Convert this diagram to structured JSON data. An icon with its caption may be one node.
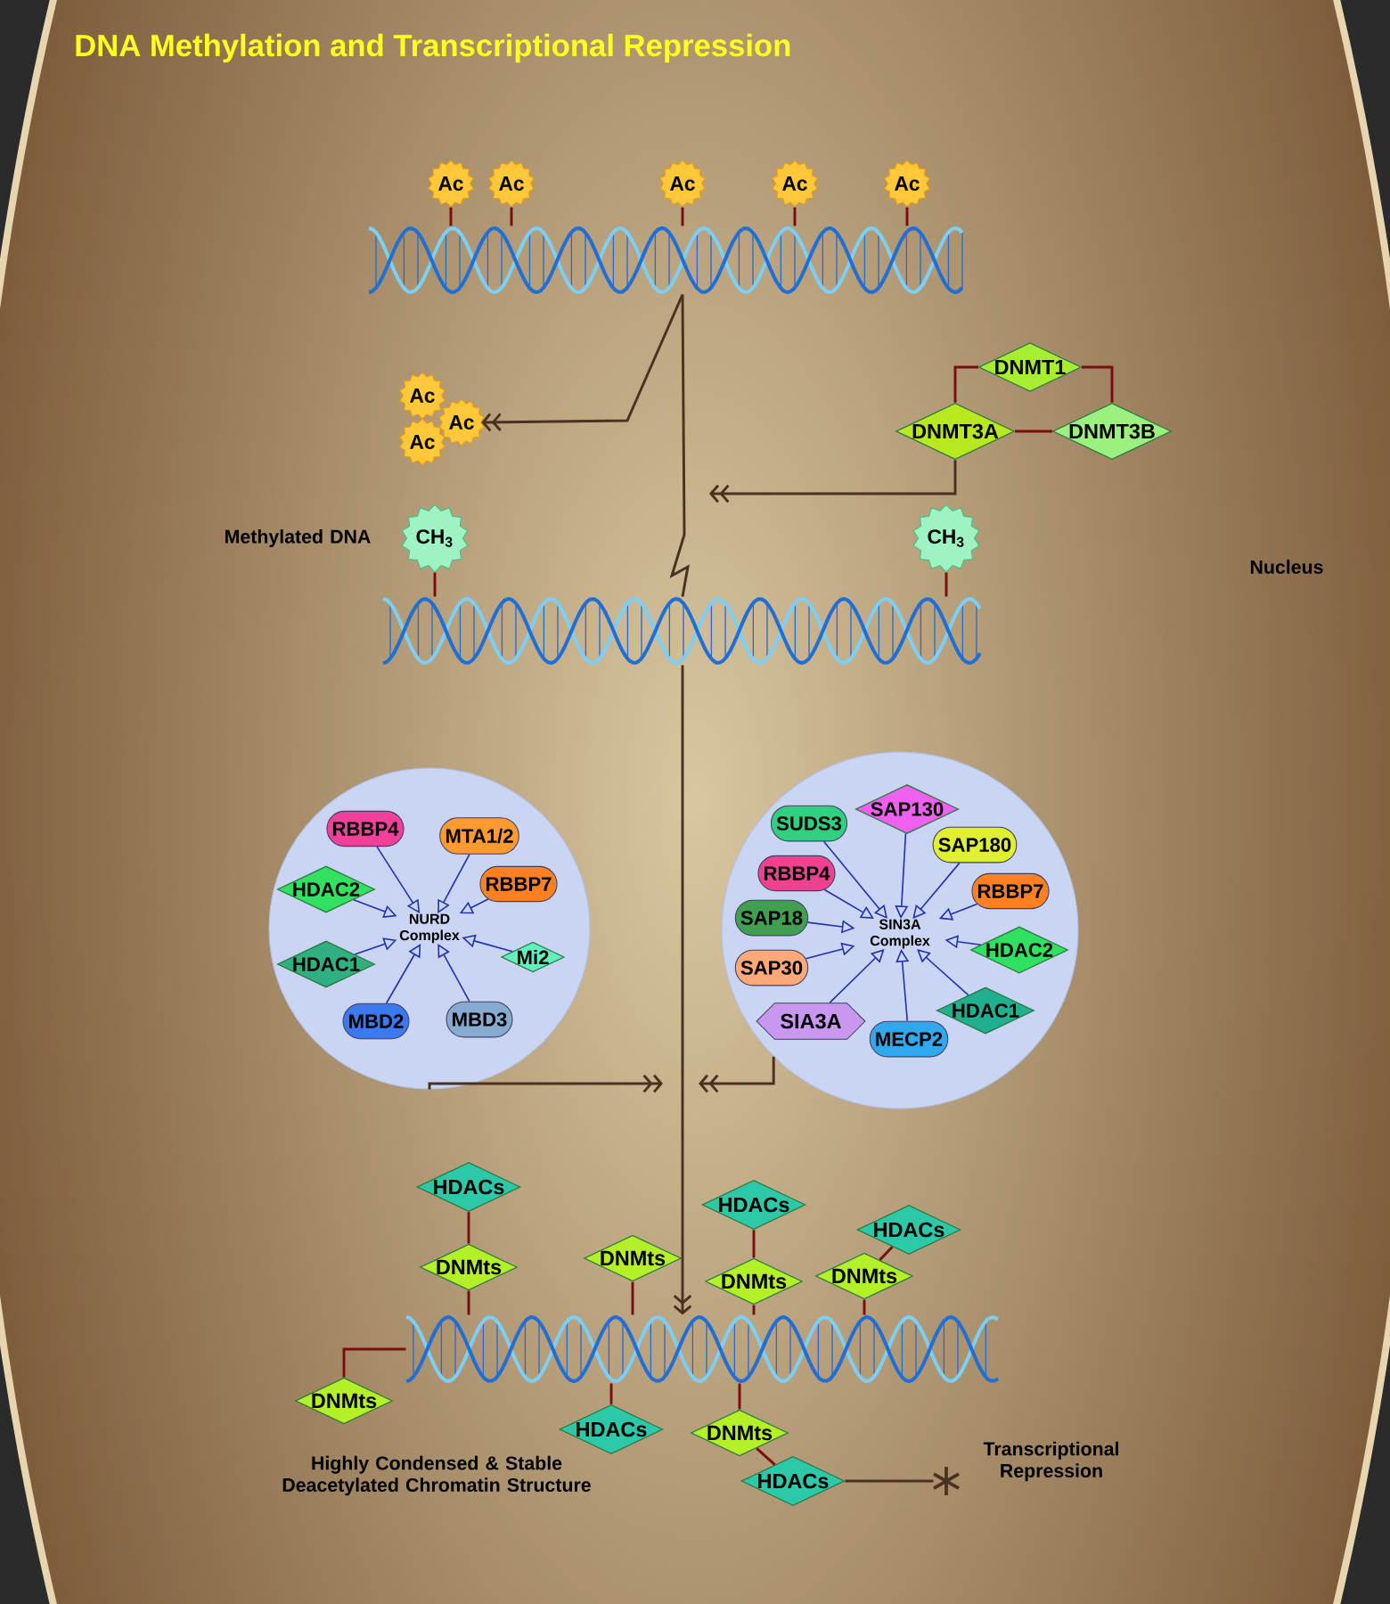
{
  "diagram": {
    "title": "DNA Methylation and Transcriptional Repression",
    "nodes": [
      {
        "text": [],
        "shape": "picture"
      },
      {
        "text": [
          "Ac"
        ]
      },
      {
        "text": [
          "Ac"
        ]
      },
      {
        "text": [
          "Ac"
        ]
      },
      {
        "text": [
          "Ac"
        ]
      },
      {
        "text": [
          "Ac"
        ]
      },
      {
        "text": [
          "Ac"
        ]
      },
      {
        "text": [
          "Ac"
        ]
      },
      {
        "text": [
          "Ac"
        ]
      },
      {
        "text": [
          "DNMT1"
        ]
      },
      {
        "text": [
          "DNMT3A"
        ]
      },
      {
        "text": [
          "DNMT3B"
        ]
      },
      {
        "text": [
          "CH$_{3}$"
        ]
      },
      {
        "text": [
          "CH$_{3}$"
        ]
      },
      {
        "text": [],
        "shape": "picture",
        "beside": [
          "Methylated DNA"
        ]
      },
      {
        "text": [],
        "shape": "circle"
      },
      {
        "text": [
          "NURD Complex"
        ],
        "in": 15
      },
      {
        "text": [
          "RBBP4"
        ],
        "in": 15
      },
      {
        "text": [
          "MTA1/2"
        ],
        "in": 15
      },
      {
        "text": [
          "HDAC2"
        ],
        "in": 15
      },
      {
        "text": [
          "RBBP7"
        ],
        "in": 15
      },
      {
        "text": [
          "HDAC1"
        ],
        "in": 15
      },
      {
        "text": [
          "Mi2"
        ],
        "in": 15
      },
      {
        "text": [
          "MBD2"
        ],
        "in": 15
      },
      {
        "text": [
          "MBD3"
        ],
        "in": 15
      },
      {
        "text": [],
        "shape": "circle"
      },
      {
        "text": [
          "SIN3A Complex"
        ],
        "in": 25
      },
      {
        "text": [
          "SUDS3"
        ],
        "in": 25
      },
      {
        "text": [
          "SAP130"
        ],
        "in": 25
      },
      {
        "text": [
          "SAP180"
        ],
        "in": 25
      },
      {
        "text": [
          "RBBP4"
        ],
        "in": 25
      },
      {
        "text": [
          "RBBP7"
        ],
        "in": 25
      },
      {
        "text": [
          "SAP18"
        ],
        "in": 25
      },
      {
        "text": [
          "HDAC2"
        ],
        "in": 25
      },
      {
        "text": [
          "SAP30"
        ],
        "in": 25
      },
      {
        "text": [
          "HDAC1"
        ],
        "in": 25
      },
      {
        "text": [
          "SIA3A"
        ],
        "in": 25
      },
      {
        "text": [
          "MECP2"
        ],
        "in": 25
      },
      {
        "text": [
          "HDACs"
        ]
      },
      {
        "text": [
          "HDACs"
        ]
      },
      {
        "text": [
          "HDACs"
        ]
      },
      {
        "text": [
          "DNMts"
        ]
      },
      {
        "text": [
          "DNMts"
        ]
      },
      {
        "text": [
          "DNMts"
        ]
      },
      {
        "text": [
          "DNMts"
        ]
      },
      {
        "text": [],
        "shape": "picture"
      },
      {
        "text": [
          "DNMts"
        ]
      },
      {
        "text": [
          "HDACs"
        ]
      },
      {
        "text": [
          "DNMts"
        ]
      },
      {
        "text": [
          "HDACs"
        ]
      },
      {
        "text": [],
        "shape": "asterisk",
        "beside": [
          "Transcriptional Repression"
        ]
      }
    ],
    "edges": [
      {
        "from": 1,
        "to": 0,
        "arrow": "none"
      },
      {
        "from": 2,
        "to": 0,
        "arrow": "none"
      },
      {
        "from": 3,
        "to": 0,
        "arrow": "none"
      },
      {
        "from": 4,
        "to": 0,
        "arrow": "none"
      },
      {
        "from": 5,
        "to": 0,
        "arrow": "none"
      },
      {
        "from": 12,
        "to": 14,
        "arrow": "none"
      },
      {
        "from": 13,
        "to": 14,
        "arrow": "none"
      },
      {
        "from": 9,
        "to": 10,
        "arrow": "none"
      },
      {
        "from": 9,
        "to": 11,
        "arrow": "none"
      },
      {
        "from": 10,
        "to": 11,
        "arrow": "none"
      },
      {
        "from": 0,
        "to": 7,
        "arrow": "to",
        "color": "#4a3220"
      },
      {
        "from": 0,
        "to": 14,
        "arrow": "none",
        "color": "#4a3220"
      },
      {
        "from": 10,
        "to": null,
        "arrow": "to",
        "color": "#4a3220"
      },
      {
        "from": 17,
        "to": 16,
        "arrow": "to",
        "color": "#2030b0"
      },
      {
        "from": 18,
        "to": 16,
        "arrow": "to",
        "color": "#2030b0"
      },
      {
        "from": 19,
        "to": 16,
        "arrow": "to",
        "color": "#2030b0"
      },
      {
        "from": 20,
        "to": 16,
        "arrow": "to",
        "color": "#2030b0"
      },
      {
        "from": 21,
        "to": 16,
        "arrow": "to",
        "color": "#2030b0"
      },
      {
        "from": 22,
        "to": 16,
        "arrow": "to",
        "color": "#2030b0"
      },
      {
        "from": 23,
        "to": 16,
        "arrow": "to",
        "color": "#2030b0"
      },
      {
        "from": 24,
        "to": 16,
        "arrow": "to",
        "color": "#2030b0"
      },
      {
        "from": 27,
        "to": 26,
        "arrow": "to",
        "color": "#2030b0"
      },
      {
        "from": 28,
        "to": 26,
        "arrow": "to",
        "color": "#2030b0"
      },
      {
        "from": 29,
        "to": 26,
        "arrow": "to",
        "color": "#2030b0"
      },
      {
        "from": 30,
        "to": 26,
        "arrow": "to",
        "color": "#2030b0"
      },
      {
        "from": 31,
        "to": 26,
        "arrow": "to",
        "color": "#2030b0"
      },
      {
        "from": 32,
        "to": 26,
        "arrow": "to",
        "color": "#2030b0"
      },
      {
        "from": 33,
        "to": 26,
        "arrow": "to",
        "color": "#2030b0"
      },
      {
        "from": 34,
        "to": 26,
        "arrow": "to",
        "color": "#2030b0"
      },
      {
        "from": 35,
        "to": 26,
        "arrow": "to",
        "color": "#2030b0"
      },
      {
        "from": 36,
        "to": 26,
        "arrow": "to",
        "color": "#2030b0"
      },
      {
        "from": 37,
        "to": 26,
        "arrow": "to",
        "color": "#2030b0"
      },
      {
        "from": 15,
        "to": null,
        "arrow": "to",
        "color": "#4a3220"
      },
      {
        "from": 25,
        "to": null,
        "arrow": "to",
        "color": "#4a3220"
      },
      {
        "from": 14,
        "to": 45,
        "arrow": "to",
        "color": "#4a3220"
      },
      {
        "from": 38,
        "to": 42,
        "arrow": "none"
      },
      {
        "from": 42,
        "to": 45,
        "arrow": "none"
      },
      {
        "from": 41,
        "to": 45,
        "arrow": "none"
      },
      {
        "from": 39,
        "to": 44,
        "arrow": "none"
      },
      {
        "from": 44,
        "to": 45,
        "arrow": "none"
      },
      {
        "from": 40,
        "to": 43,
        "arrow": "none"
      },
      {
        "from": 43,
        "to": 45,
        "arrow": "none"
      },
      {
        "from": 46,
        "to": 45,
        "arrow": "none"
      },
      {
        "from": 47,
        "to": 45,
        "arrow": "none"
      },
      {
        "from": 48,
        "to": 45,
        "arrow": "none"
      },
      {
        "from": 48,
        "to": 49,
        "arrow": "none"
      },
      {
        "from": 49,
        "to": 50,
        "arrow": "none",
        "color": "#4a3220"
      }
    ],
    "labels": [
      "Nucleus",
      "Highly Condensed & Stable Deacetylated Chromatin Structure"
    ]
  }
}
